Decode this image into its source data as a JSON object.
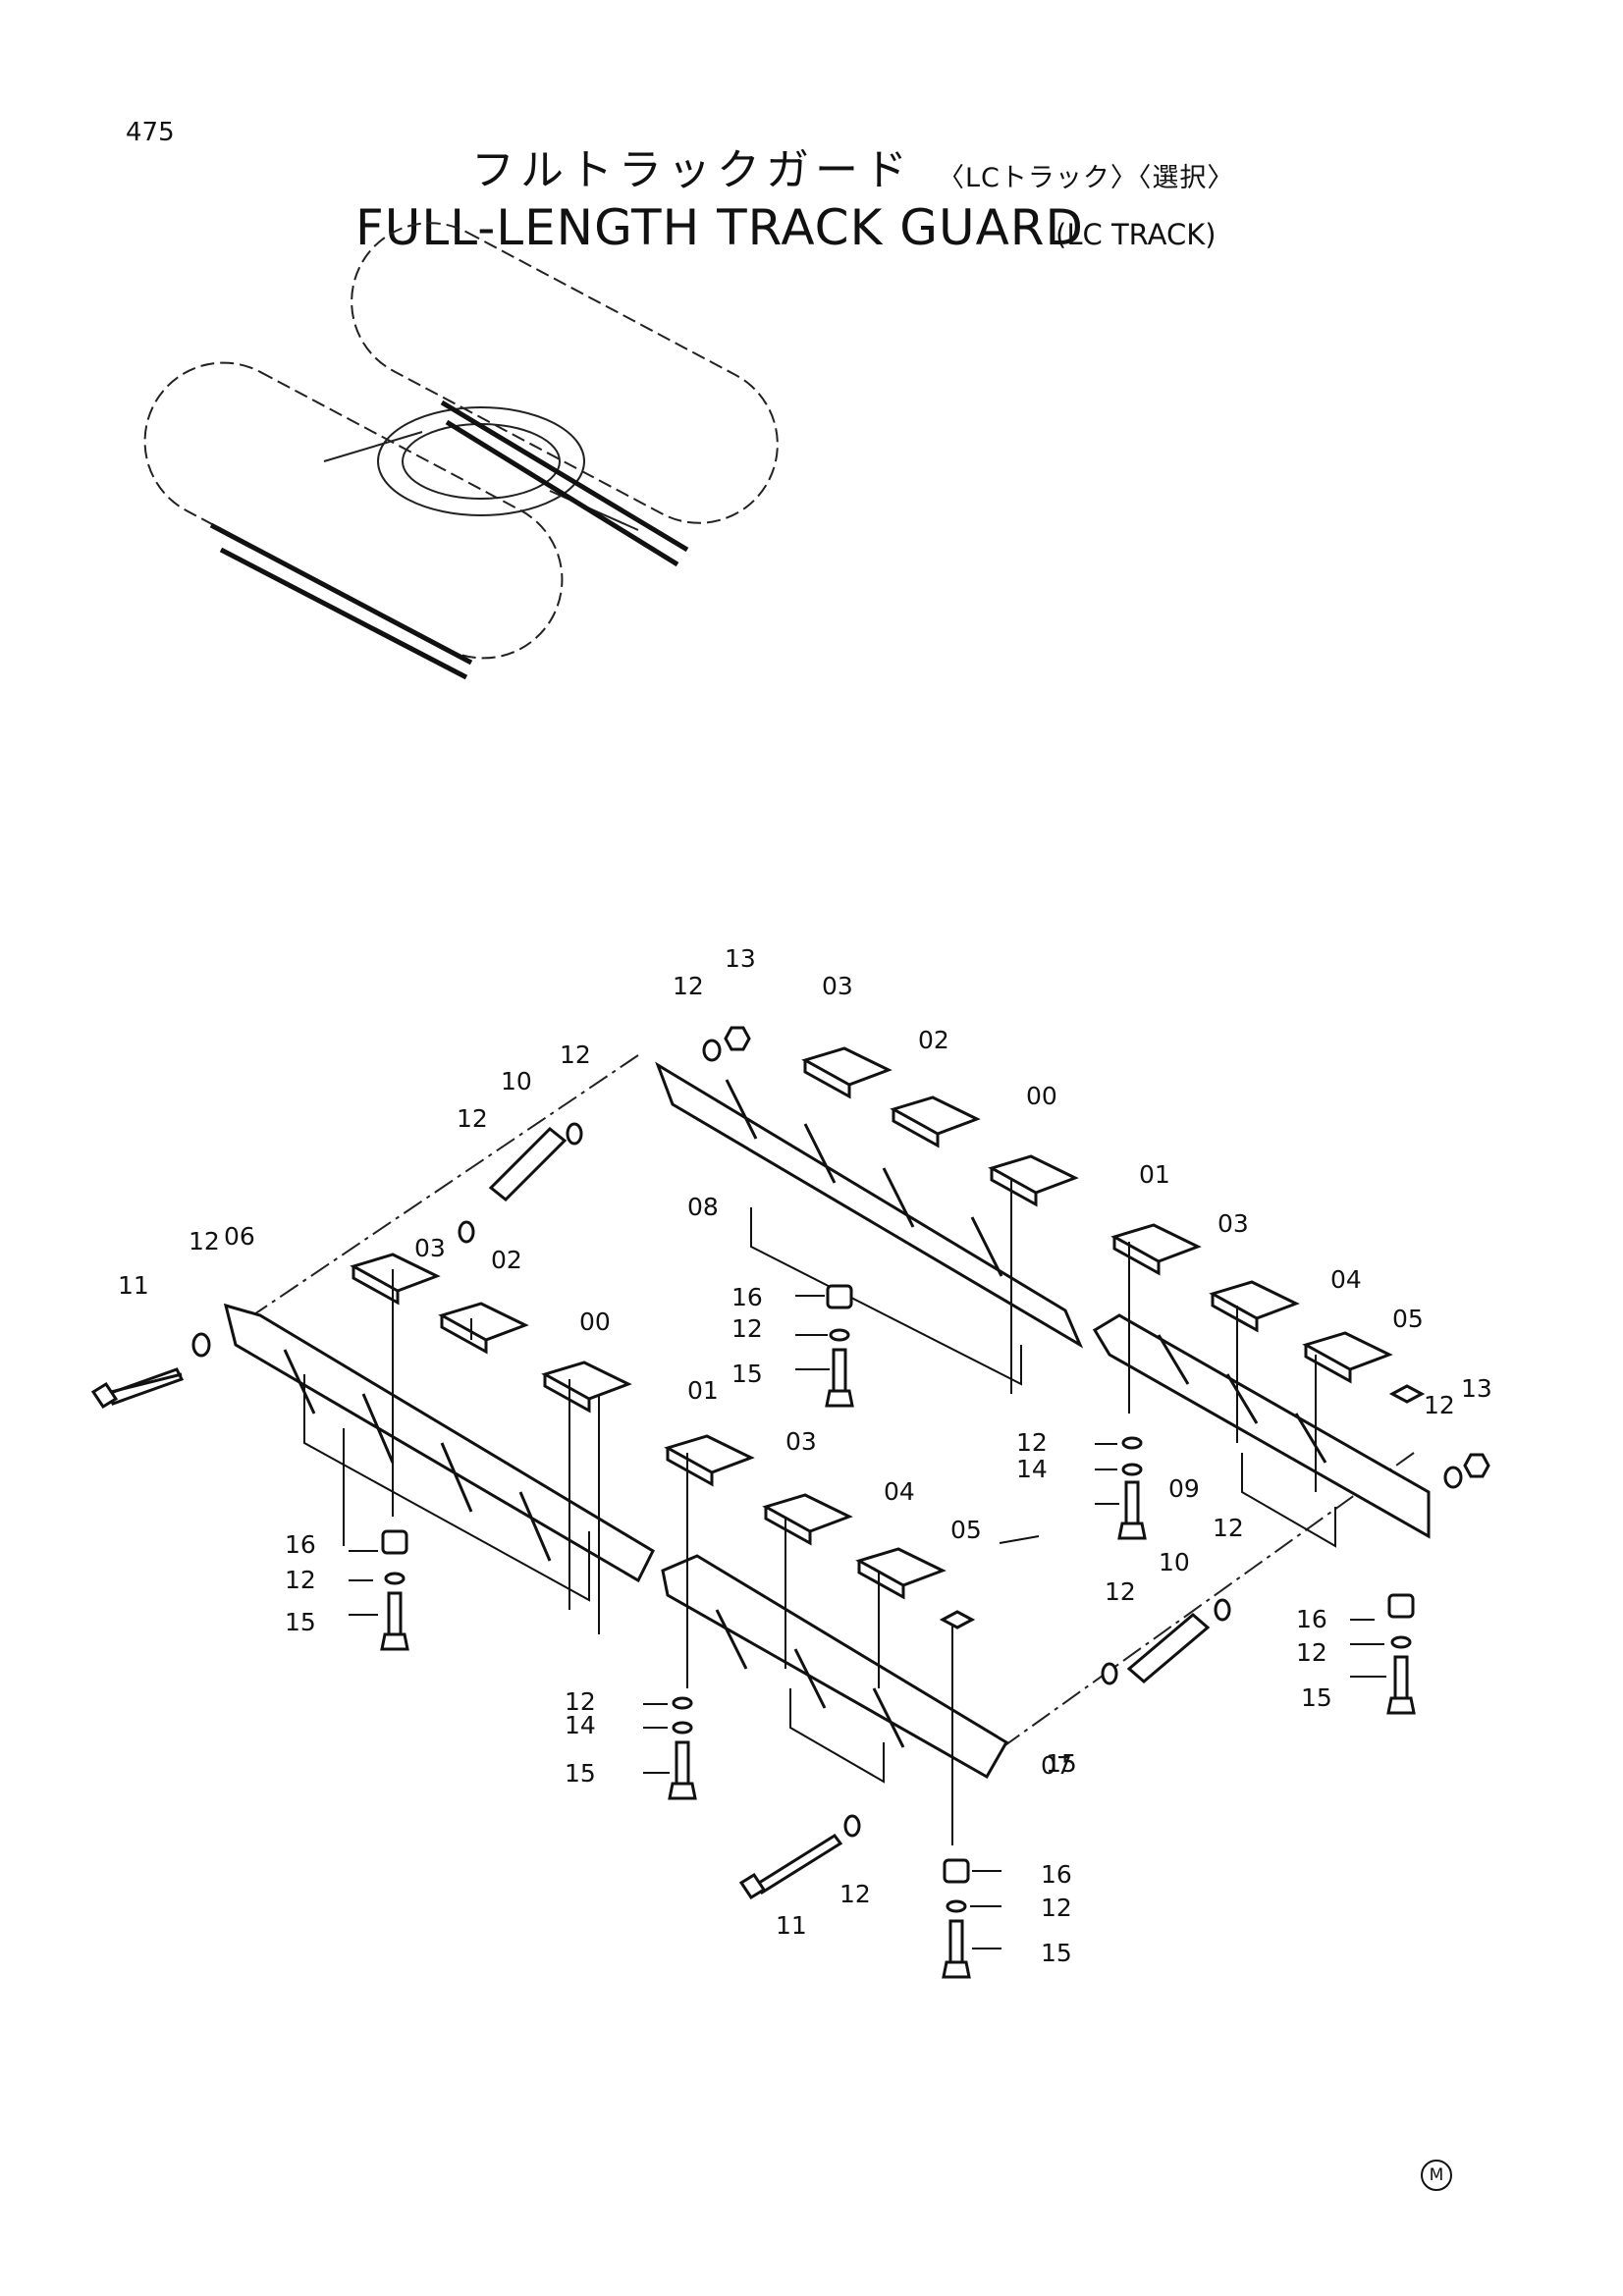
{
  "page_number": "475",
  "title_ja": "フルトラックガード",
  "title_ja_sub": "〈LCトラック〉〈選択〉",
  "title_en": "FULL-LENGTH TRACK GUARD",
  "title_en_sub": "(LC TRACK)",
  "mark": "M",
  "callouts": [
    "13",
    "12",
    "03",
    "12",
    "10",
    "02",
    "12",
    "00",
    "08",
    "01",
    "12",
    "06",
    "03",
    "03",
    "11",
    "02",
    "04",
    "16",
    "00",
    "05",
    "12",
    "12",
    "15",
    "13",
    "01",
    "03",
    "12",
    "04",
    "14",
    "09",
    "16",
    "05",
    "15",
    "12",
    "12",
    "10",
    "12",
    "16",
    "15",
    "12",
    "12",
    "14",
    "15",
    "15",
    "07",
    "16",
    "11",
    "12",
    "12",
    "15"
  ]
}
